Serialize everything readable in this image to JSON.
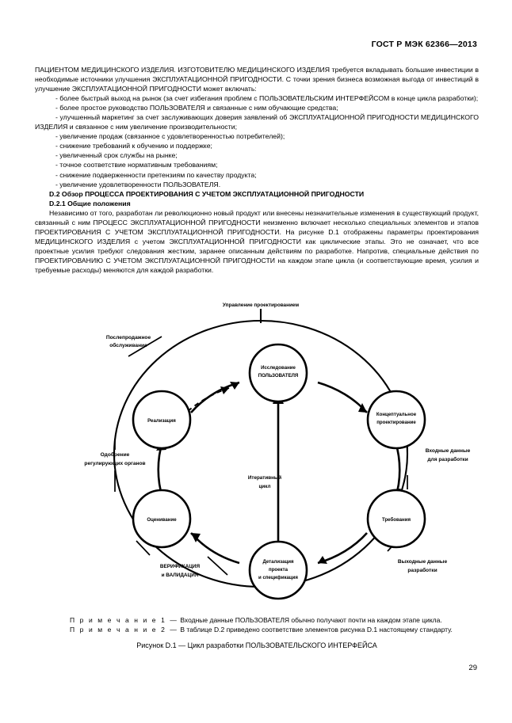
{
  "header": {
    "standard_title": "ГОСТ Р МЭК 62366—2013"
  },
  "body": {
    "para1": "ПАЦИЕНТОМ МЕДИЦИНСКОГО ИЗДЕЛИЯ. ИЗГОТОВИТЕЛЮ МЕДИЦИНСКОГО ИЗДЕЛИЯ требуется вкладывать большие инвестиции в необходимые источники улучшения ЭКСПЛУАТАЦИОННОЙ ПРИГОДНОСТИ. С точки зрения бизнеса возможная выгода от инвестиций в улучшение ЭКСПЛУАТАЦИОННОЙ ПРИГОДНОСТИ может включать:",
    "bullets": [
      "- более быстрый выход на рынок (за счет избегания проблем с ПОЛЬЗОВАТЕЛЬСКИМ ИНТЕРФЕЙСОМ в конце цикла разработки);",
      "- более простое руководство ПОЛЬЗОВАТЕЛЯ и связанные с ним обучающие средства;",
      "- улучшенный маркетинг за счет заслуживающих доверия заявлений об ЭКСПЛУАТАЦИОННОЙ ПРИГОДНОСТИ МЕДИЦИНСКОГО ИЗДЕЛИЯ и связанное с ним увеличение производительности;",
      "- увеличение продаж (связанное с удовлетворенностью потребителей);",
      "- снижение требований к обучению и поддержке;",
      "- увеличенный срок службы на рынке;",
      "- точное соответствие нормативным требованиям;",
      "- снижение подверженности претензиям по качеству продукта;",
      "- увеличение удовлетворенности ПОЛЬЗОВАТЕЛЯ."
    ],
    "heading_d2": "D.2 Обзор ПРОЦЕССА ПРОЕКТИРОВАНИЯ С УЧЕТОМ ЭКСПЛУАТАЦИОННОЙ ПРИГОДНОСТИ",
    "heading_d21": "D.2.1 Общие положения",
    "para2": "Независимо от того, разработан ли революционно новый продукт или внесены незначительные изменения в существующий продукт, связанный с ним ПРОЦЕСС ЭКСПЛУАТАЦИОННОЙ ПРИГОДНОСТИ неизменно включает несколько специальных элементов и этапов ПРОЕКТИРОВАНИЯ С УЧЕТОМ ЭКСПЛУАТАЦИОННОЙ ПРИГОДНОСТИ. На рисунке D.1 отображены параметры проектирования МЕДИЦИНСКОГО ИЗДЕЛИЯ с учетом ЭКСПЛУАТАЦИОННОЙ ПРИГОДНОСТИ как циклические этапы. Это не означает, что все проектные усилия требуют следования жестким, заранее описанным действиям по разработке. Напротив, специальные действия по ПРОЕКТИРОВАНИЮ С УЧЕТОМ ЭКСПЛУАТАЦИОННОЙ ПРИГОДНОСТИ на каждом этапе цикла (и соответствующие время, усилия и требуемые расходы) меняются для каждой разработки."
  },
  "figure": {
    "top_label": "Управление проектированием",
    "nodes": [
      {
        "id": "user-research",
        "line1": "Исследование",
        "line2": "ПОЛЬЗОВАТЕЛЯ",
        "line3": ""
      },
      {
        "id": "conceptual",
        "line1": "Концептуальное",
        "line2": "проектирование",
        "line3": ""
      },
      {
        "id": "requirements",
        "line1": "Требования",
        "line2": "",
        "line3": ""
      },
      {
        "id": "detailed-design",
        "line1": "Детализация",
        "line2": "проекта",
        "line3": "и спецификация"
      },
      {
        "id": "evaluation",
        "line1": "Оценивание",
        "line2": "",
        "line3": ""
      },
      {
        "id": "implementation",
        "line1": "Реализация",
        "line2": "",
        "line3": ""
      }
    ],
    "center_label_line1": "Итеративный",
    "center_label_line2": "цикл",
    "side_labels": [
      {
        "id": "post-sales",
        "line1": "Послепродажное",
        "line2": "обслуживание"
      },
      {
        "id": "regulatory",
        "line1": "Одобрение",
        "line2": "регулирующих органов"
      },
      {
        "id": "design-input",
        "line1": "Входные данные",
        "line2": "для разработки"
      },
      {
        "id": "design-output",
        "line1": "Выходные данные",
        "line2": "разработки"
      },
      {
        "id": "verif-valid",
        "line1": "ВЕРИФИКАЦИЯ",
        "line2": "и ВАЛИДАЦИЯ"
      }
    ],
    "colors": {
      "stroke": "#000000",
      "fill": "#ffffff"
    }
  },
  "notes": {
    "note1_label": "П р и м е ч а н и е  1 —",
    "note1_text": " Входные данные ПОЛЬЗОВАТЕЛЯ обычно получают почти на каждом этапе цикла.",
    "note2_label": "П р и м е ч а н и е  2 —",
    "note2_text": " В таблице D.2 приведено соответствие элементов рисунка D.1 настоящему стандарту."
  },
  "caption": "Рисунок D.1 — Цикл разработки ПОЛЬЗОВАТЕЛЬСКОГО ИНТЕРФЕЙСА",
  "page_number": "29"
}
